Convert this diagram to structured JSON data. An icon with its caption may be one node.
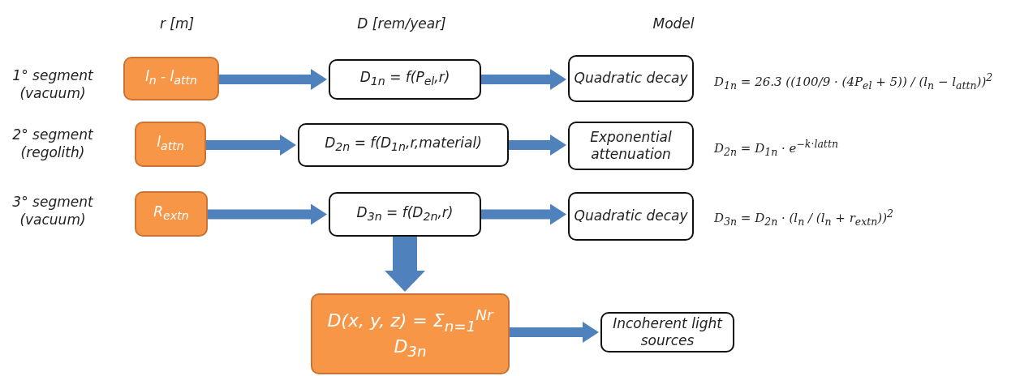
{
  "diagram": {
    "nodes": [
      {
        "text": [
          "l$_{n}$ - l$_{attn}$"
        ]
      },
      {
        "text": [
          "D$_{1n}$ = f(P$_{el}$,r)"
        ]
      },
      {
        "text": [
          "Quadratic decay"
        ]
      },
      {
        "text": [
          "l$_{attn}$"
        ]
      },
      {
        "text": [
          "D$_{2n}$ = f(D$_{1n}$,r,material)"
        ]
      },
      {
        "text": [
          "Exponential attenuation"
        ]
      },
      {
        "text": [
          "R$_{extn}$"
        ]
      },
      {
        "text": [
          "D$_{3n}$ = f(D$_{2n}$,r)"
        ]
      },
      {
        "text": [
          "Quadratic decay"
        ]
      },
      {
        "text": [
          "D(x, y, z) = Σ$_{n=1}$$^{Nr}$ D$_{3n}$"
        ]
      },
      {
        "text": [
          "Incoherent light sources"
        ]
      }
    ],
    "edges": [
      {
        "from": 0,
        "to": 1,
        "arrow": "to"
      },
      {
        "from": 1,
        "to": 2,
        "arrow": "to"
      },
      {
        "from": 3,
        "to": 4,
        "arrow": "to"
      },
      {
        "from": 4,
        "to": 5,
        "arrow": "to"
      },
      {
        "from": 6,
        "to": 7,
        "arrow": "to"
      },
      {
        "from": 7,
        "to": 8,
        "arrow": "to"
      },
      {
        "from": 7,
        "to": 9,
        "arrow": "to",
        "style": "thick"
      },
      {
        "from": 9,
        "to": 10,
        "arrow": "to"
      }
    ],
    "labels": [
      "r [m]",
      "D [rem/year]",
      "Model",
      "1° segment (vacuum)",
      "D$_{1n}$ = 26.3 ((100/9 · (4P$_{el}$ + 5)) / (l$_{n}$ − l$_{attn}$))$^{2}$",
      "2° segment (regolith)",
      "D$_{2n}$ = D$_{1n}$ · e$^{−k·lattn}$",
      "3° segment (vacuum)",
      "D$_{3n}$ = D$_{2n}$ · (l$_{n}$ / (l$_{n}$ + r$_{extn}$))$^{2}$"
    ]
  }
}
